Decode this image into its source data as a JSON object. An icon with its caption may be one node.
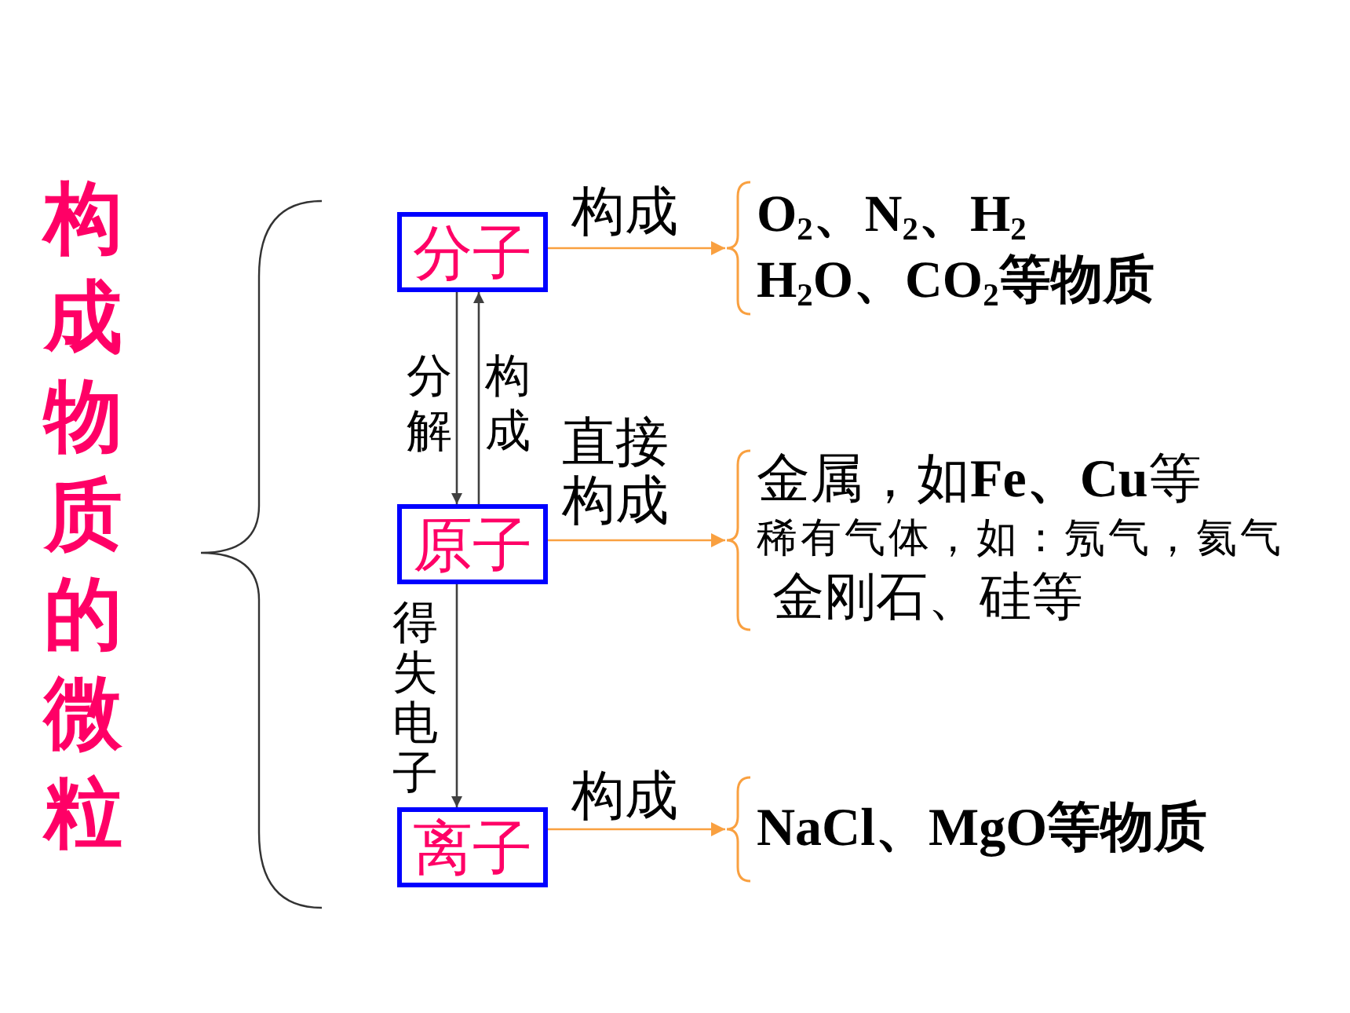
{
  "diagram": {
    "title": "构成物质的微粒",
    "nodes": [
      {
        "text": [
          "分子"
        ]
      },
      {
        "text": [
          "原子"
        ]
      },
      {
        "text": [
          "离子"
        ]
      },
      {
        "text": [
          "O$_{2}$、N$_{2}$、H$_{2}$",
          "H$_{2}$O、CO$_{2}$等物质"
        ]
      },
      {
        "text": [
          "金属，如**Fe、Cu**等",
          "稀有气体，如：氖气，氦气",
          "金刚石、硅等"
        ]
      },
      {
        "text": [
          "NaCl、MgO等物质"
        ]
      }
    ],
    "edges": [
      {
        "from": 0,
        "to": 3,
        "arrow": "to",
        "label": "构成",
        "color": "#f9a040"
      },
      {
        "from": 0,
        "to": 1,
        "arrow": "to",
        "label": "分解",
        "color": "#404040"
      },
      {
        "from": 1,
        "to": 0,
        "arrow": "to",
        "label": "构成",
        "color": "#404040"
      },
      {
        "from": 1,
        "to": 4,
        "arrow": "to",
        "label": "直接构成",
        "color": "#f9a040"
      },
      {
        "from": 1,
        "to": 2,
        "arrow": "to",
        "label": "得失电子",
        "color": "#404040"
      },
      {
        "from": 2,
        "to": 5,
        "arrow": "to",
        "label": "构成",
        "color": "#f9a040"
      }
    ]
  }
}
